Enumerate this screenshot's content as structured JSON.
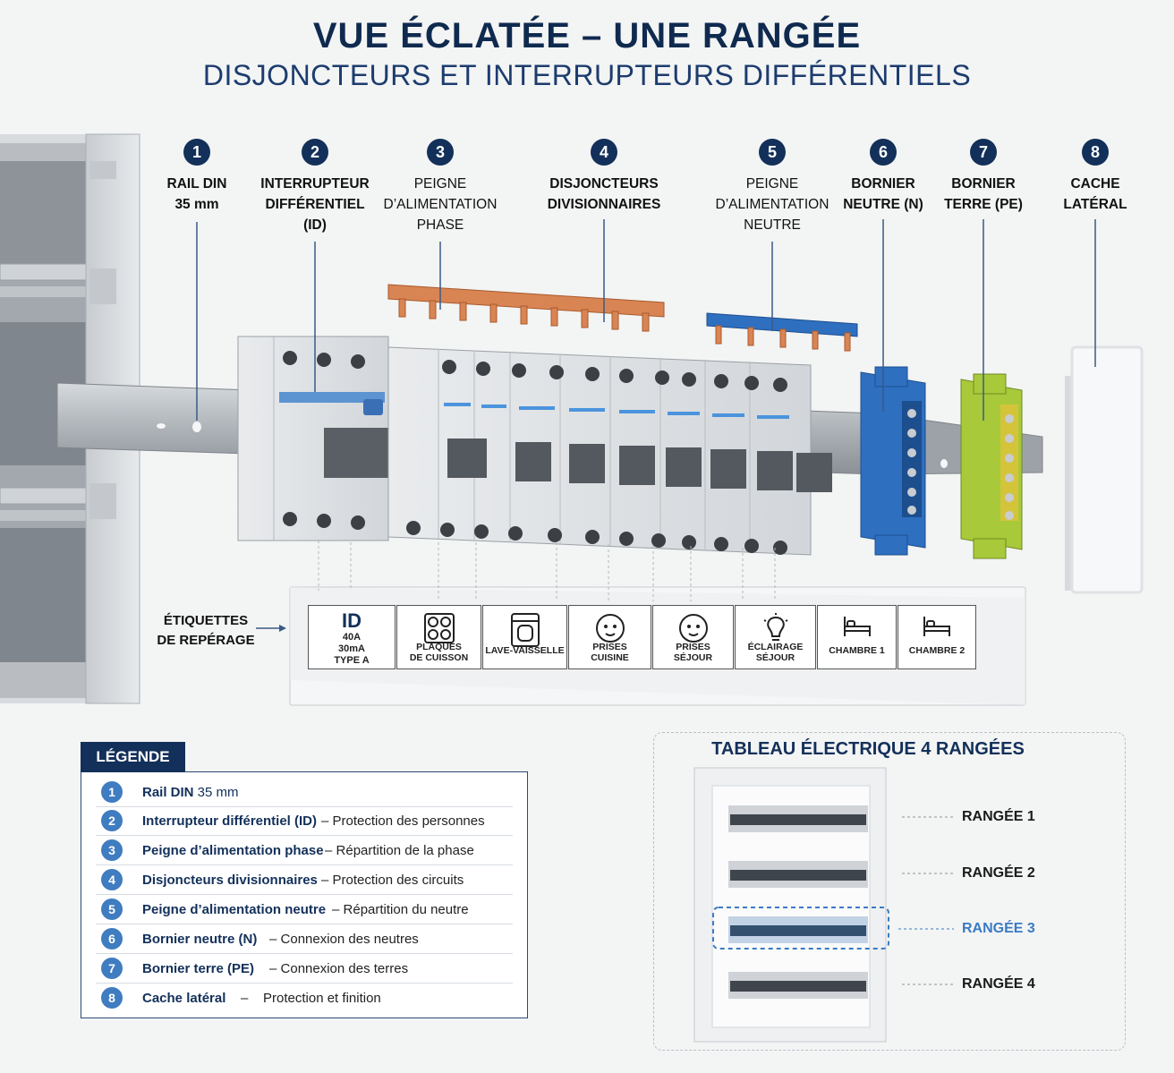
{
  "title": "VUE ÉCLATÉE – UNE RANGÉE",
  "subtitle": "DISJONCTEURS ET INTERRUPTEURS DIFFÉRENTIELS",
  "callouts": [
    {
      "num": "1",
      "lines": [
        "RAIL DIN",
        "35 mm"
      ]
    },
    {
      "num": "2",
      "lines": [
        "INTERRUPTEUR",
        "DIFFÉRENTIEL",
        "(ID)"
      ]
    },
    {
      "num": "3",
      "lines": [
        "PEIGNE",
        "D’ALIMENTATION",
        "PHASE"
      ]
    },
    {
      "num": "4",
      "lines": [
        "DISJONCTEURS",
        "DIVISIONNAIRES"
      ]
    },
    {
      "num": "5",
      "lines": [
        "PEIGNE",
        "D’ALIMENTATION",
        "NEUTRE"
      ]
    },
    {
      "num": "6",
      "lines": [
        "BORNIER",
        "NEUTRE (N)"
      ]
    },
    {
      "num": "7",
      "lines": [
        "BORNIER",
        "TERRE (PE)"
      ]
    },
    {
      "num": "8",
      "lines": [
        "CACHE",
        "LATÉRAL"
      ]
    }
  ],
  "etiquettes": {
    "label_line1": "ÉTIQUETTES",
    "label_line2": "DE REPÉRAGE",
    "id_tag": {
      "title": "ID",
      "l1": "40A",
      "l2": "30mA",
      "l3": "TYPE A"
    },
    "tags": [
      {
        "icon": "cooktop-icon",
        "l1": "PLAQUES",
        "l2": "DE CUISSON"
      },
      {
        "icon": "dishwasher-icon",
        "l1": "LAVE-VAISSELLE",
        "l2": ""
      },
      {
        "icon": "socket-icon",
        "l1": "PRISES",
        "l2": "CUISINE"
      },
      {
        "icon": "socket-icon",
        "l1": "PRISES",
        "l2": "SÉJOUR"
      },
      {
        "icon": "lightbulb-icon",
        "l1": "ÉCLAIRAGE",
        "l2": "SÉJOUR"
      },
      {
        "icon": "bed-icon",
        "l1": "CHAMBRE 1",
        "l2": ""
      },
      {
        "icon": "bed-icon",
        "l1": "CHAMBRE 2",
        "l2": ""
      }
    ]
  },
  "legend": {
    "title": "LÉGENDE",
    "items": [
      {
        "num": "1",
        "name": "Rail DIN",
        "name_plain": " 35 mm",
        "sep": "",
        "desc": ""
      },
      {
        "num": "2",
        "name": "Interrupteur différentiel (ID)",
        "name_plain": "",
        "sep": "–",
        "desc": "Protection des personnes"
      },
      {
        "num": "3",
        "name": "Peigne d’alimentation phase",
        "name_plain": "",
        "sep": "–",
        "desc": "Répartition de la phase"
      },
      {
        "num": "4",
        "name": "Disjoncteurs divisionnaires",
        "name_plain": "",
        "sep": "–",
        "desc": "Protection des circuits"
      },
      {
        "num": "5",
        "name": "Peigne d’alimentation neutre",
        "name_plain": "",
        "sep": "–",
        "desc": "Répartition du neutre"
      },
      {
        "num": "6",
        "name": "Bornier neutre (N)",
        "name_plain": "",
        "sep": "–",
        "desc": "Connexion des neutres"
      },
      {
        "num": "7",
        "name": "Bornier terre (PE)",
        "name_plain": "",
        "sep": "–",
        "desc": "Connexion des terres"
      },
      {
        "num": "8",
        "name": "Cache latéral",
        "name_plain": "",
        "sep": "–",
        "desc": "Protection et finition"
      }
    ]
  },
  "panel": {
    "title": "TABLEAU ÉLECTRIQUE 4 RANGÉES",
    "rows": [
      "RANGÉE 1",
      "RANGÉE 2",
      "RANGÉE 3",
      "RANGÉE 4"
    ],
    "highlighted_row": "RANGÉE 3"
  },
  "colors": {
    "navy": "#13305a",
    "accent_blue": "#3f7cc0",
    "copper": "#d98553",
    "neutral_blue": "#2e6fc0",
    "earth_green": "#a8c93a"
  }
}
